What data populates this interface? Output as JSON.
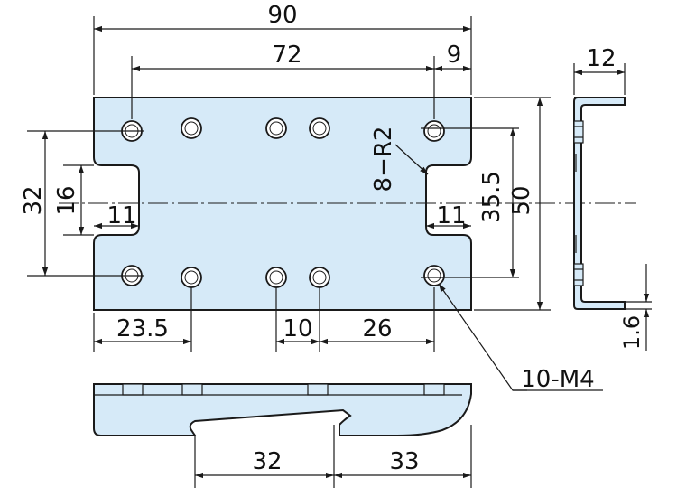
{
  "dimensions": {
    "overall_width": "90",
    "hole_span": "72",
    "end_offset": "9",
    "side_flange": "12",
    "outer_vertical": "32",
    "slot_width": "16",
    "slot_depth_left": "11",
    "slot_depth_right": "11",
    "inner_height": "35.5",
    "overall_height": "50",
    "thickness": "1.6",
    "pitch_1": "23.5",
    "pitch_2": "10",
    "pitch_3": "26",
    "bottom_1": "32",
    "bottom_2": "33"
  },
  "callouts": {
    "radius": "8−R2",
    "thread": "10-M4"
  }
}
